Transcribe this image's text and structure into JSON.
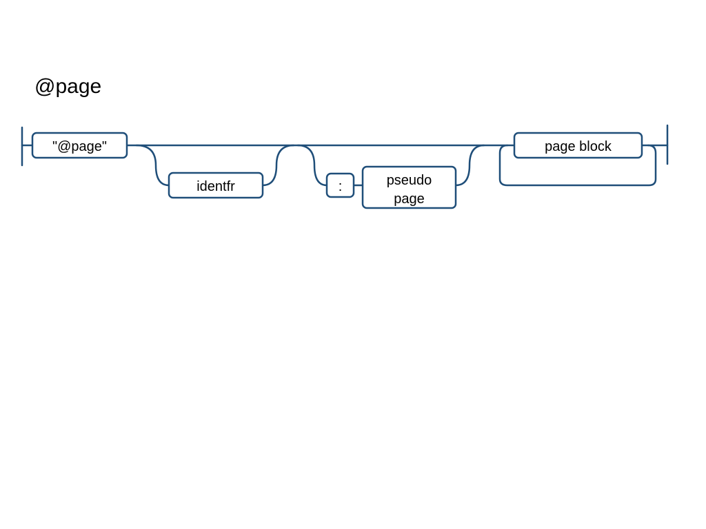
{
  "title": "@page",
  "diagram": {
    "colors": {
      "line": "#1f4e79",
      "node_fill": "#ffffff",
      "text": "#000000"
    },
    "nodes": {
      "page_keyword": "\"@page\"",
      "identifier": "identfr",
      "colon": ":",
      "pseudo_page_line1": "pseudo",
      "pseudo_page_line2": "page",
      "page_block": "page block"
    }
  }
}
